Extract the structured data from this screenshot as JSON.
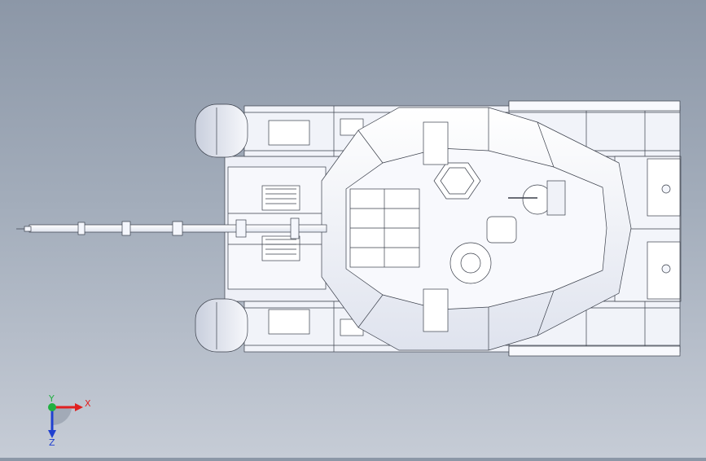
{
  "viewport": {
    "background_top": "#8c97a7",
    "background_bottom": "#c6ccd6",
    "model_fill": "#f4f6fc",
    "model_edge": "#3a3f4a"
  },
  "triad": {
    "x_label": "X",
    "y_label": "Y",
    "z_label": "Z",
    "x_color": "#e02020",
    "y_color": "#20b040",
    "z_color": "#2040d0"
  }
}
